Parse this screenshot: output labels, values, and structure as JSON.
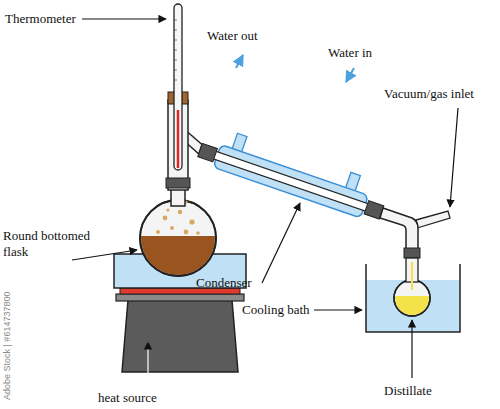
{
  "diagram": {
    "labels": [
      "Thermometer",
      "Water out",
      "Water in",
      "Round bottomed flask",
      "Condenser",
      "Vacuum/gas inlet",
      "Cooling bath",
      "Distillate",
      "heat source",
      "Adobe Stock | #614737800"
    ]
  }
}
